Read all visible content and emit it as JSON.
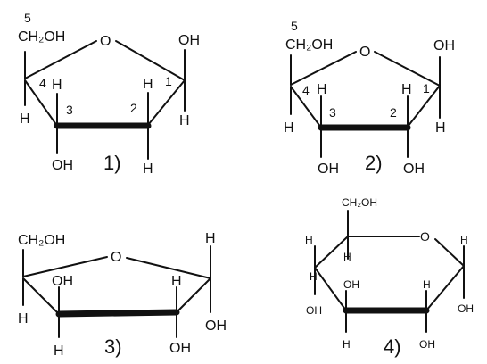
{
  "structures": [
    {
      "caption": "1)",
      "labels": {
        "c5": "5",
        "ch2oh": "CH₂OH",
        "o_ring": "O",
        "oh_c1": "OH",
        "c4": "4",
        "h_c4_up": "H",
        "h_c4_down": "H",
        "c3": "3",
        "oh_c3": "OH",
        "c2": "2",
        "h_c2_up": "H",
        "h_c2_down": "H",
        "c1": "1",
        "h_c1": "H"
      }
    },
    {
      "caption": "2)",
      "labels": {
        "c5": "5",
        "ch2oh": "CH₂OH",
        "o_ring": "O",
        "oh_c1": "OH",
        "c4": "4",
        "h_c4_up": "H",
        "h_c4_down": "H",
        "c3": "3",
        "oh_c3": "OH",
        "c2": "2",
        "h_c2_up": "H",
        "oh_c2": "OH",
        "c1": "1",
        "h_c1": "H"
      }
    },
    {
      "caption": "3)",
      "labels": {
        "ch2oh": "CH₂OH",
        "o_ring": "O",
        "h_c1_up": "H",
        "h_c4": "H",
        "oh_c3_up": "OH",
        "h_c3_down": "H",
        "h_c2_up": "H",
        "oh_c2_down": "OH",
        "oh_c1_down": "OH"
      }
    },
    {
      "caption": "4)",
      "labels": {
        "ch2oh": "CH₂OH",
        "o_ring": "O",
        "h_c1_up": "H",
        "oh_c1_down": "OH",
        "h_c5_left": "H",
        "h_c5_down": "H",
        "h_c4_left": "H",
        "oh_c4_down": "OH",
        "oh_c3_up": "OH",
        "h_c3_down": "H",
        "h_c2_up": "H",
        "oh_c2_down": "OH"
      }
    }
  ]
}
